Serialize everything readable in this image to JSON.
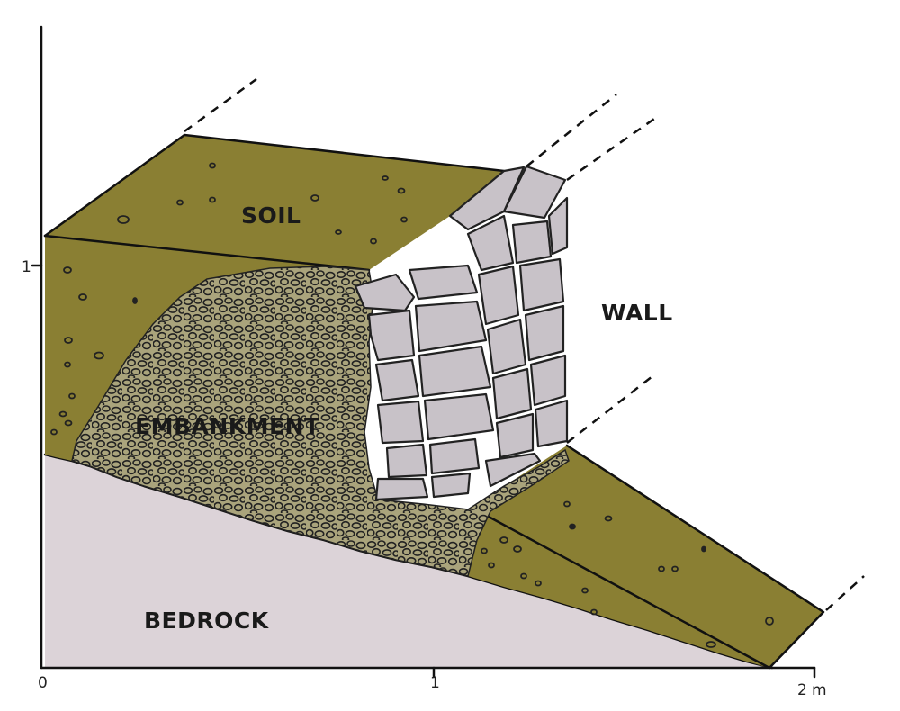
{
  "labels": {
    "soil": "SOIL",
    "wall": "WALL",
    "embankment": "EMBANKMENT",
    "bedrock": "BEDROCK"
  },
  "axis": {
    "x_ticks": [
      "0",
      "1",
      "2"
    ],
    "x_unit": "m",
    "y_ticks": [
      "1"
    ]
  },
  "colors": {
    "soil": "#8a7f33",
    "embankment": "#a8a37a",
    "bedrock": "#dcd3d8",
    "stone": "#c8c2c8"
  }
}
